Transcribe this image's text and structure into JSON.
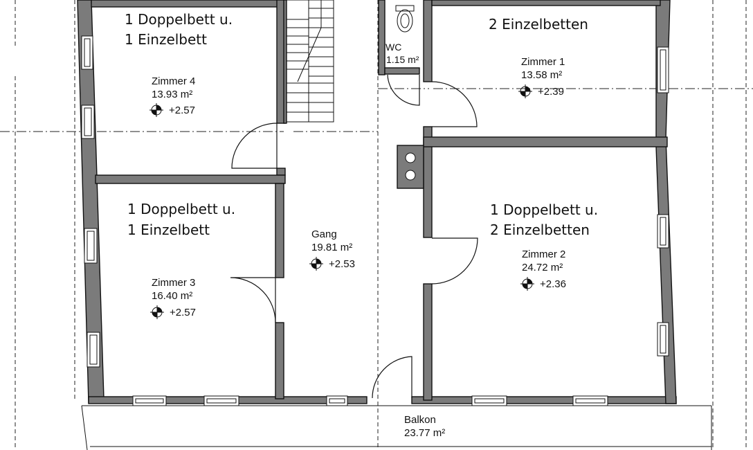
{
  "rooms": [
    {
      "id": "zimmer4",
      "beds_line1": "1 Doppelbett u.",
      "beds_line2": "1 Einzelbett",
      "name": "Zimmer 4",
      "area": "13.93 m²",
      "level": "+2.57"
    },
    {
      "id": "zimmer3",
      "beds_line1": "1 Doppelbett u.",
      "beds_line2": "1 Einzelbett",
      "name": "Zimmer 3",
      "area": "16.40 m²",
      "level": "+2.57"
    },
    {
      "id": "zimmer1",
      "beds_line1": "2 Einzelbetten",
      "beds_line2": "",
      "name": "Zimmer 1",
      "area": "13.58 m²",
      "level": "+2.39"
    },
    {
      "id": "zimmer2",
      "beds_line1": "1 Doppelbett u.",
      "beds_line2": "2 Einzelbetten",
      "name": "Zimmer 2",
      "area": "24.72 m²",
      "level": "+2.36"
    },
    {
      "id": "gang",
      "name": "Gang",
      "area": "19.81 m²",
      "level": "+2.53"
    },
    {
      "id": "wc",
      "name": "WC",
      "area": "1.15 m²"
    },
    {
      "id": "balkon",
      "name": "Balkon",
      "area": "23.77 m²"
    }
  ]
}
